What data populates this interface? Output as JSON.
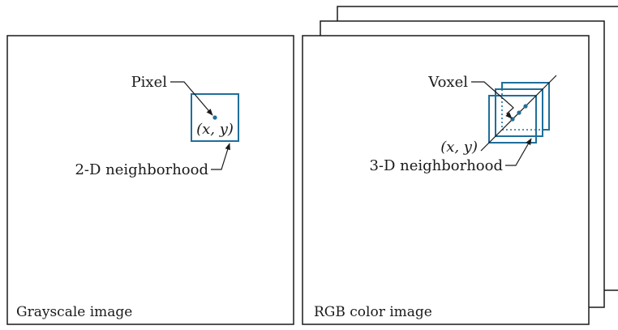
{
  "colors": {
    "outline": "#1a1a1a",
    "accent": "#1f6f9a"
  },
  "left_panel": {
    "caption": "Grayscale image",
    "pixel_label": "Pixel",
    "coord_label": "(x, y)",
    "neighborhood_label": "2-D neighborhood"
  },
  "right_panel": {
    "caption": "RGB color image",
    "voxel_label": "Voxel",
    "coord_label": "(x, y)",
    "neighborhood_label": "3-D neighborhood"
  }
}
